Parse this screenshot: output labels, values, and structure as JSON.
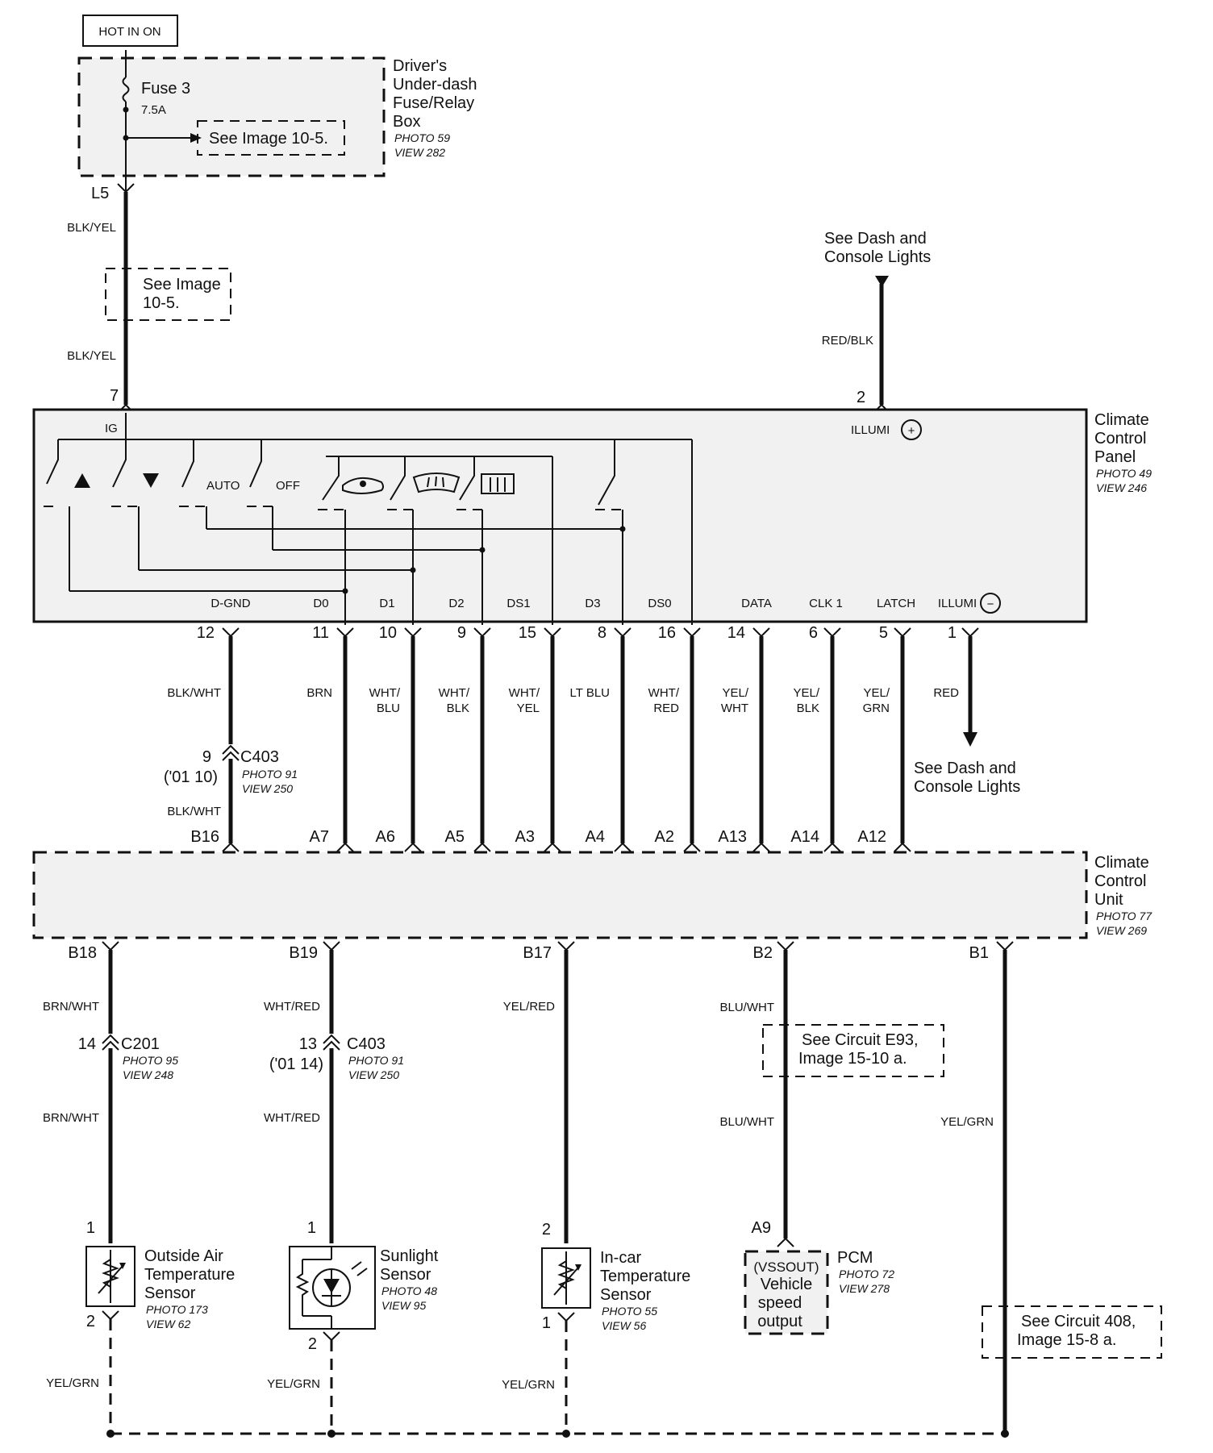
{
  "hot_label": "HOT IN ON",
  "fuse_box": {
    "fuse_name": "Fuse 3",
    "fuse_rating": "7.5A",
    "see_ref": "See Image 10-5.",
    "title_lines": [
      "Driver's",
      "Under-dash",
      "Fuse/Relay",
      "Box"
    ],
    "photo": "PHOTO 59",
    "view": "VIEW 282",
    "pin": "L5"
  },
  "wire_l5": {
    "color_upper": "BLK/YEL",
    "ref_lines": [
      "See Image",
      "10-5."
    ],
    "color_lower": "BLK/YEL",
    "pin_panel": "7"
  },
  "dash_lights_top": {
    "lines": [
      "See Dash and",
      "Console Lights"
    ],
    "color": "RED/BLK",
    "pin": "2"
  },
  "panel": {
    "title_lines": [
      "Climate",
      "Control",
      "Panel"
    ],
    "photo": "PHOTO 49",
    "view": "VIEW 246",
    "ig": "IG",
    "illumi_plus": "ILLUMI",
    "illumi_minus": "ILLUMI",
    "switch_auto": "AUTO",
    "switch_off": "OFF",
    "terminals": [
      {
        "name": "D-GND",
        "pin": "12",
        "color": [
          "BLK/WHT"
        ],
        "unit_pin": "B16"
      },
      {
        "name": "D0",
        "pin": "11",
        "color": [
          "BRN"
        ],
        "unit_pin": "A7"
      },
      {
        "name": "D1",
        "pin": "10",
        "color": [
          "WHT/",
          "BLU"
        ],
        "unit_pin": "A6"
      },
      {
        "name": "D2",
        "pin": "9",
        "color": [
          "WHT/",
          "BLK"
        ],
        "unit_pin": "A5"
      },
      {
        "name": "DS1",
        "pin": "15",
        "color": [
          "WHT/",
          "YEL"
        ],
        "unit_pin": "A3"
      },
      {
        "name": "D3",
        "pin": "8",
        "color": [
          "LT BLU"
        ],
        "unit_pin": "A4"
      },
      {
        "name": "DS0",
        "pin": "16",
        "color": [
          "WHT/",
          "RED"
        ],
        "unit_pin": "A2"
      },
      {
        "name": "DATA",
        "pin": "14",
        "color": [
          "YEL/",
          "WHT"
        ],
        "unit_pin": "A13"
      },
      {
        "name": "CLK 1",
        "pin": "6",
        "color": [
          "YEL/",
          "BLK"
        ],
        "unit_pin": "A14"
      },
      {
        "name": "LATCH",
        "pin": "5",
        "color": [
          "YEL/",
          "GRN"
        ],
        "unit_pin": "A12"
      }
    ],
    "illumi_minus_pin": "1",
    "illumi_minus_color": "RED"
  },
  "c403_a": {
    "pin": "9",
    "year": "('01 10)",
    "name": "C403",
    "photo": "PHOTO 91",
    "view": "VIEW 250",
    "color_below": "BLK/WHT"
  },
  "dash_lights_bottom": {
    "lines": [
      "See Dash and",
      "Console Lights"
    ]
  },
  "unit": {
    "title_lines": [
      "Climate",
      "Control",
      "Unit"
    ],
    "photo": "PHOTO 77",
    "view": "VIEW 269"
  },
  "b18": {
    "pin": "B18",
    "color_upper": "BRN/WHT",
    "conn_pin": "14",
    "conn_name": "C201",
    "conn_photo": "PHOTO 95",
    "conn_view": "VIEW 248",
    "color_lower": "BRN/WHT",
    "sensor_pin_top": "1",
    "sensor_pin_bottom": "2",
    "sensor_lines": [
      "Outside Air",
      "Temperature",
      "Sensor"
    ],
    "sensor_photo": "PHOTO 173",
    "sensor_view": "VIEW 62",
    "ground_color": "YEL/GRN"
  },
  "b19": {
    "pin": "B19",
    "color_upper": "WHT/RED",
    "conn_pin": "13",
    "conn_year": "('01 14)",
    "conn_name": "C403",
    "conn_photo": "PHOTO 91",
    "conn_view": "VIEW 250",
    "color_lower": "WHT/RED",
    "sensor_pin_top": "1",
    "sensor_pin_bottom": "2",
    "sensor_lines": [
      "Sunlight",
      "Sensor"
    ],
    "sensor_photo": "PHOTO 48",
    "sensor_view": "VIEW 95",
    "ground_color": "YEL/GRN"
  },
  "b17": {
    "pin": "B17",
    "color": "YEL/RED",
    "sensor_pin_top": "2",
    "sensor_pin_bottom": "1",
    "sensor_lines": [
      "In-car",
      "Temperature",
      "Sensor"
    ],
    "sensor_photo": "PHOTO 55",
    "sensor_view": "VIEW 56",
    "ground_color": "YEL/GRN"
  },
  "b2": {
    "pin": "B2",
    "color_upper": "BLU/WHT",
    "ref_lines": [
      "See Circuit E93,",
      "Image 15-10 a."
    ],
    "color_lower": "BLU/WHT",
    "pcm_pin": "A9",
    "pcm_inner": [
      "(VSSOUT)",
      "Vehicle",
      "speed",
      "output"
    ],
    "pcm_name": "PCM",
    "pcm_photo": "PHOTO 72",
    "pcm_view": "VIEW 278"
  },
  "b1": {
    "pin": "B1",
    "color": "YEL/GRN",
    "ref_lines": [
      "See Circuit 408,",
      "Image 15-8 a."
    ]
  }
}
